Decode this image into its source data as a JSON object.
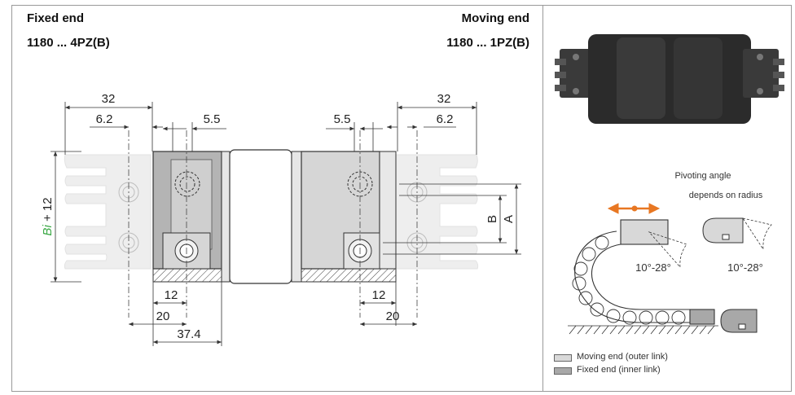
{
  "left_panel": {
    "fixed_end_title": "Fixed end",
    "fixed_end_part": "1180 ... 4PZ(B)",
    "moving_end_title": "Moving end",
    "moving_end_part": "1180 ... 1PZ(B)"
  },
  "dimensions": {
    "left_32": "32",
    "left_6_2": "6.2",
    "left_5_5": "5.5",
    "right_5_5": "5.5",
    "right_32": "32",
    "right_6_2": "6.2",
    "bi_label": "Bi",
    "bi_suffix": " + 12",
    "b_label": "B",
    "a_label": "A",
    "left_12": "12",
    "left_20": "20",
    "left_37_4": "37.4",
    "right_12": "12",
    "right_20": "20"
  },
  "right_panel": {
    "pivot_line1": "Pivoting angle",
    "pivot_line2": "depends on radius",
    "angle_left": "10°-28°",
    "angle_right": "10°-28°",
    "legend_moving": "Moving end (outer link)",
    "legend_fixed": "Fixed end (inner link)"
  },
  "colors": {
    "bi_green": "#3aa845",
    "arrow_orange": "#e87722",
    "moving_fill": "#d9d9d9",
    "fixed_fill": "#a8a8a8"
  }
}
